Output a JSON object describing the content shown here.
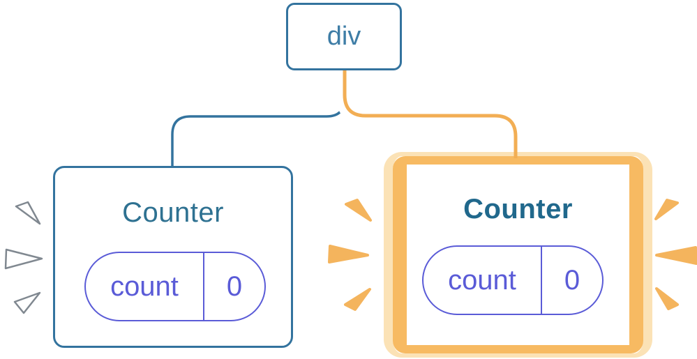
{
  "diagram": {
    "root": {
      "label": "div"
    },
    "left_card": {
      "title": "Counter",
      "state": {
        "label": "count",
        "value": "0"
      }
    },
    "right_card": {
      "title": "Counter",
      "state": {
        "label": "count",
        "value": "0"
      }
    }
  },
  "colors": {
    "blue": "#33739E",
    "blue_text": "#3E7DA6",
    "title_teal": "#2E7191",
    "title_teal_bold": "#20688C",
    "indigo": "#5A5BD7",
    "orange": "#F2AE54",
    "orange_border": "#F7BA62",
    "orange_pale": "#FBE2B6",
    "spark_orange": "#F4B45D",
    "spark_white": "#FFFFFF",
    "spark_outline": "#55606B"
  }
}
